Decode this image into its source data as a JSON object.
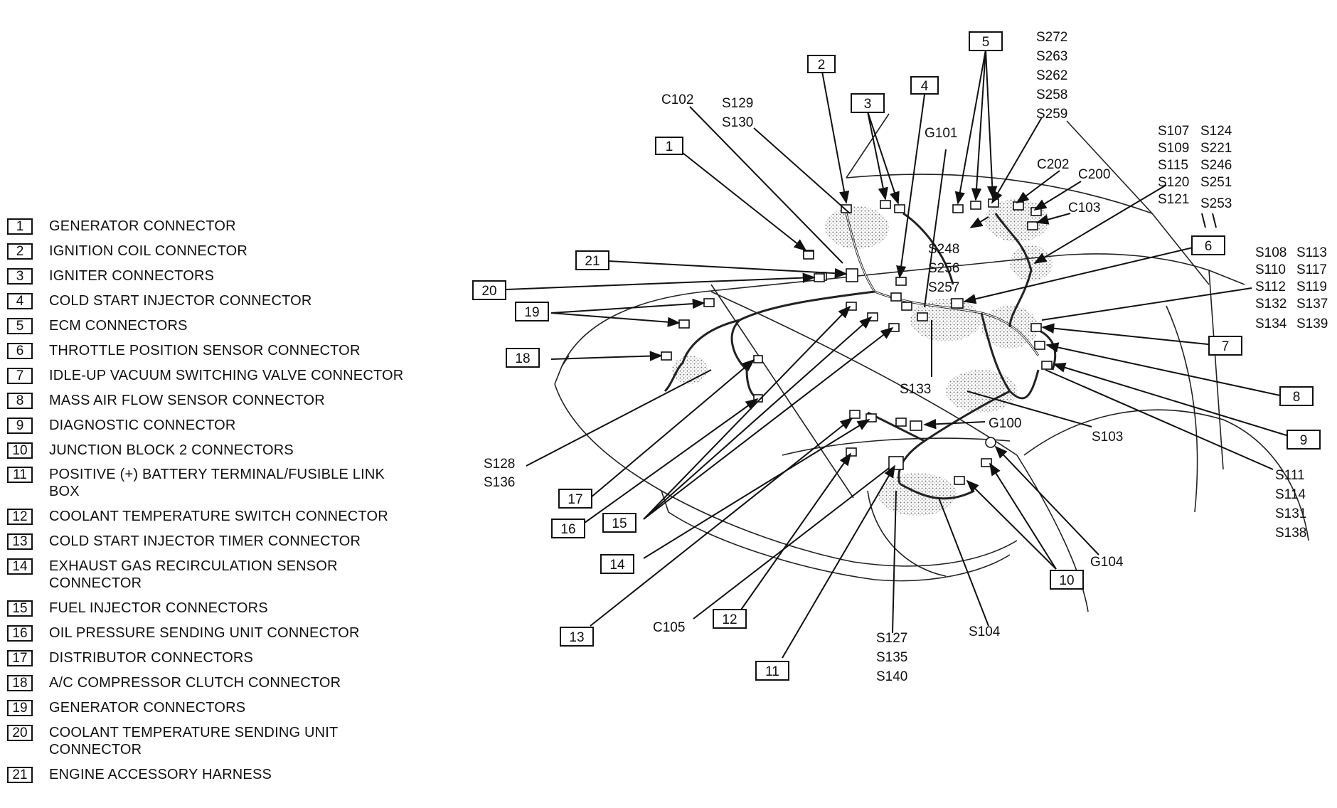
{
  "legend": [
    {
      "num": "1",
      "label": "GENERATOR CONNECTOR"
    },
    {
      "num": "2",
      "label": "IGNITION COIL CONNECTOR"
    },
    {
      "num": "3",
      "label": "IGNITER CONNECTORS"
    },
    {
      "num": "4",
      "label": "COLD START INJECTOR CONNECTOR"
    },
    {
      "num": "5",
      "label": "ECM CONNECTORS"
    },
    {
      "num": "6",
      "label": "THROTTLE POSITION SENSOR CONNECTOR"
    },
    {
      "num": "7",
      "label": "IDLE-UP VACUUM SWITCHING VALVE CONNECTOR"
    },
    {
      "num": "8",
      "label": "MASS AIR FLOW SENSOR CONNECTOR"
    },
    {
      "num": "9",
      "label": "DIAGNOSTIC CONNECTOR"
    },
    {
      "num": "10",
      "label": "JUNCTION BLOCK 2 CONNECTORS"
    },
    {
      "num": "11",
      "label": "POSITIVE (+) BATTERY TERMINAL/FUSIBLE LINK BOX"
    },
    {
      "num": "12",
      "label": "COOLANT TEMPERATURE SWITCH CONNECTOR"
    },
    {
      "num": "13",
      "label": "COLD START INJECTOR TIMER CONNECTOR"
    },
    {
      "num": "14",
      "label": "EXHAUST GAS RECIRCULATION SENSOR CONNECTOR"
    },
    {
      "num": "15",
      "label": "FUEL INJECTOR CONNECTORS"
    },
    {
      "num": "16",
      "label": "OIL PRESSURE SENDING UNIT CONNECTOR"
    },
    {
      "num": "17",
      "label": "DISTRIBUTOR CONNECTORS"
    },
    {
      "num": "18",
      "label": "A/C COMPRESSOR CLUTCH CONNECTOR"
    },
    {
      "num": "19",
      "label": "GENERATOR CONNECTORS"
    },
    {
      "num": "20",
      "label": "COOLANT TEMPERATURE SENDING UNIT CONNECTOR"
    },
    {
      "num": "21",
      "label": "ENGINE ACCESSORY HARNESS"
    }
  ],
  "callouts": [
    "1",
    "2",
    "3",
    "4",
    "5",
    "6",
    "7",
    "8",
    "9",
    "10",
    "11",
    "12",
    "13",
    "14",
    "15",
    "16",
    "17",
    "18",
    "19",
    "20",
    "21"
  ],
  "refs": {
    "c102": "C102",
    "s129_s130": [
      "S129",
      "S130"
    ],
    "g101": "G101",
    "s272_group": [
      "S272",
      "S263",
      "S262",
      "S258",
      "S259"
    ],
    "c202": "C202",
    "c200": "C200",
    "c103": "C103",
    "s107_group": [
      "S107",
      "S109",
      "S115",
      "S120",
      "S121"
    ],
    "s124_group": [
      "S124",
      "S221",
      "S246",
      "S251",
      "S253"
    ],
    "s248_group": [
      "S248",
      "S256",
      "S257"
    ],
    "s108_group": [
      "S108",
      "S110",
      "S112",
      "S132",
      "S134"
    ],
    "s113_group": [
      "S113",
      "S117",
      "S119",
      "S137",
      "S139"
    ],
    "s133": "S133",
    "g100": "G100",
    "s103": "S103",
    "s128_s136": [
      "S128",
      "S136"
    ],
    "s111_group": [
      "S111",
      "S114",
      "S131",
      "S138"
    ],
    "g104": "G104",
    "c105": "C105",
    "s104": "S104",
    "s127_group": [
      "S127",
      "S135",
      "S140"
    ]
  }
}
